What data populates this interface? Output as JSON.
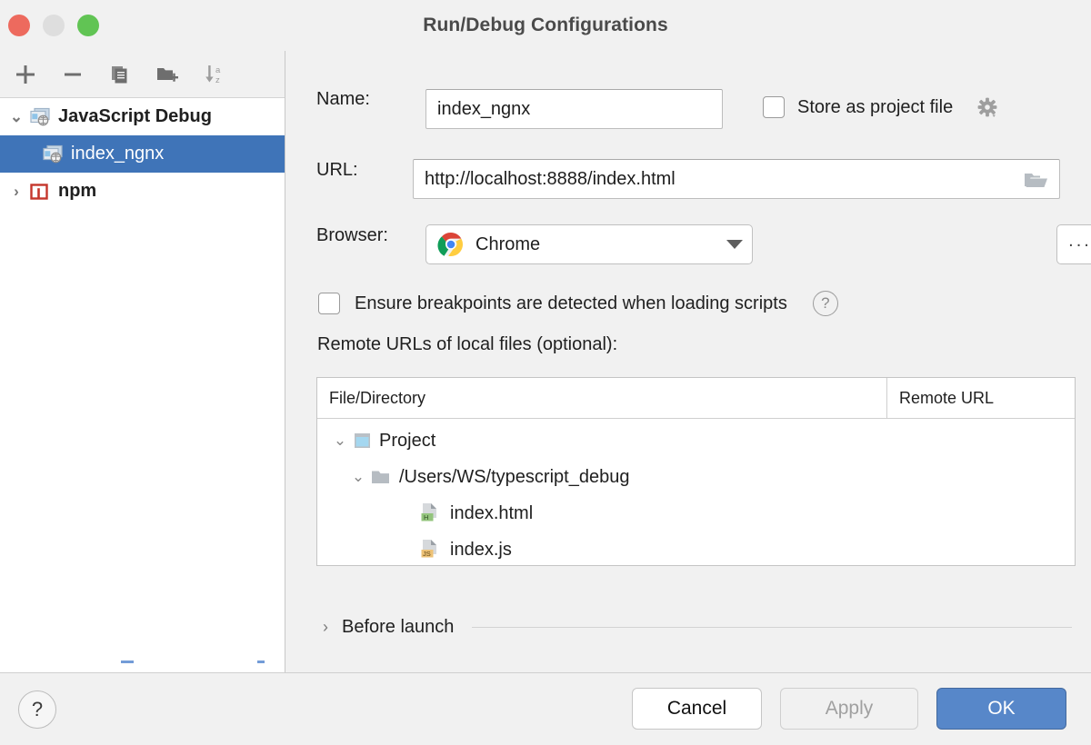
{
  "window": {
    "title": "Run/Debug Configurations",
    "traffic_lights": [
      {
        "name": "close",
        "color": "#ed6a5e"
      },
      {
        "name": "minimize",
        "color": "#dedede"
      },
      {
        "name": "zoom",
        "color": "#61c454"
      }
    ]
  },
  "sidebar": {
    "toolbar": [
      {
        "name": "add",
        "icon": "plus-icon",
        "label": "+"
      },
      {
        "name": "remove",
        "icon": "minus-icon",
        "label": "−"
      },
      {
        "name": "copy",
        "icon": "copy-icon",
        "label": "Copy Configuration"
      },
      {
        "name": "new-folder",
        "icon": "new-folder-icon",
        "label": "Create New Folder"
      },
      {
        "name": "sort",
        "icon": "sort-alphabetical-icon",
        "label": "Sort Configurations"
      }
    ],
    "tree": [
      {
        "label": "JavaScript Debug",
        "level": 0,
        "expanded": true,
        "selected": false,
        "icon": "javascript-debug-icon"
      },
      {
        "label": "index_ngnx",
        "level": 1,
        "expanded": null,
        "selected": true,
        "icon": "javascript-debug-icon"
      },
      {
        "label": "npm",
        "level": 0,
        "expanded": false,
        "selected": false,
        "icon": "npm-icon"
      }
    ]
  },
  "form": {
    "name_label": "Name:",
    "name_value": "index_ngnx",
    "store_as_project_file_label": "Store as project file",
    "store_as_project_file_checked": false,
    "gear_icon": "gear-icon",
    "url_label": "URL:",
    "url_value": "http://localhost:8888/index.html",
    "url_browse_icon": "folder-open-icon",
    "browser_label": "Browser:",
    "browser_value": "Chrome",
    "browser_icon": "chrome-icon",
    "browser_more_label": "...",
    "ensure_breakpoints_label": "Ensure breakpoints are detected when loading scripts",
    "ensure_breakpoints_checked": false,
    "ensure_breakpoints_help": "?",
    "remote_urls_label": "Remote URLs of local files (optional):"
  },
  "table": {
    "columns": [
      "File/Directory",
      "Remote URL"
    ],
    "rows": [
      {
        "label": "Project",
        "level": 0,
        "expanded": true,
        "icon": "module-icon",
        "remote_url": ""
      },
      {
        "label": "/Users/WS/typescript_debug",
        "level": 1,
        "expanded": true,
        "icon": "folder-icon",
        "remote_url": ""
      },
      {
        "label": "index.html",
        "level": 2,
        "expanded": null,
        "icon": "html-file-icon",
        "remote_url": ""
      },
      {
        "label": "index.js",
        "level": 2,
        "expanded": null,
        "icon": "js-file-icon",
        "remote_url": ""
      }
    ]
  },
  "before_launch": {
    "label": "Before launch",
    "expanded": false
  },
  "footer": {
    "help_label": "?",
    "cancel_label": "Cancel",
    "apply_label": "Apply",
    "apply_enabled": false,
    "ok_label": "OK"
  },
  "colors": {
    "accent": "#5787c9",
    "selection": "#3f74b8",
    "background": "#f1f1f1",
    "panel": "#ffffff"
  }
}
